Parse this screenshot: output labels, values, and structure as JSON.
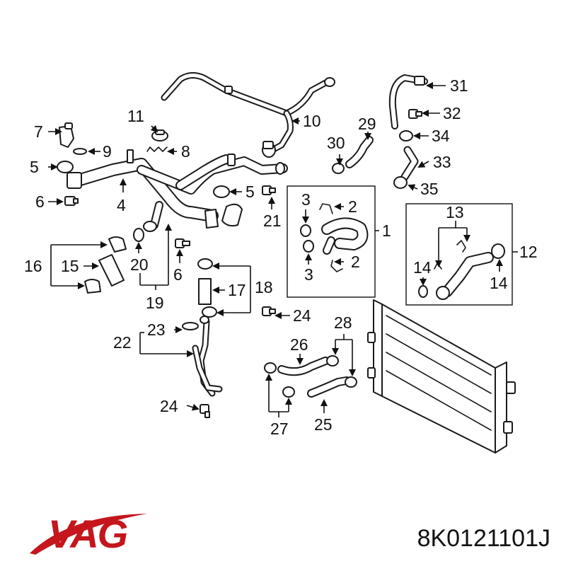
{
  "brand": {
    "name": "VAG",
    "color": "#c4161c"
  },
  "part_number": "8K0121101J",
  "callouts": {
    "c1": "1",
    "c2a": "2",
    "c2b": "2",
    "c3a": "3",
    "c3b": "3",
    "c4": "4",
    "c5a": "5",
    "c5b": "5",
    "c6a": "6",
    "c6b": "6",
    "c7": "7",
    "c8": "8",
    "c9": "9",
    "c10": "10",
    "c11": "11",
    "c12": "12",
    "c13": "13",
    "c14a": "14",
    "c14b": "14",
    "c15": "15",
    "c16": "16",
    "c17": "17",
    "c18": "18",
    "c19": "19",
    "c20": "20",
    "c21": "21",
    "c22": "22",
    "c23": "23",
    "c24a": "24",
    "c24b": "24",
    "c25": "25",
    "c26": "26",
    "c27": "27",
    "c28": "28",
    "c29": "29",
    "c30": "30",
    "c31": "31",
    "c32": "32",
    "c33": "33",
    "c34": "34",
    "c35": "35"
  }
}
